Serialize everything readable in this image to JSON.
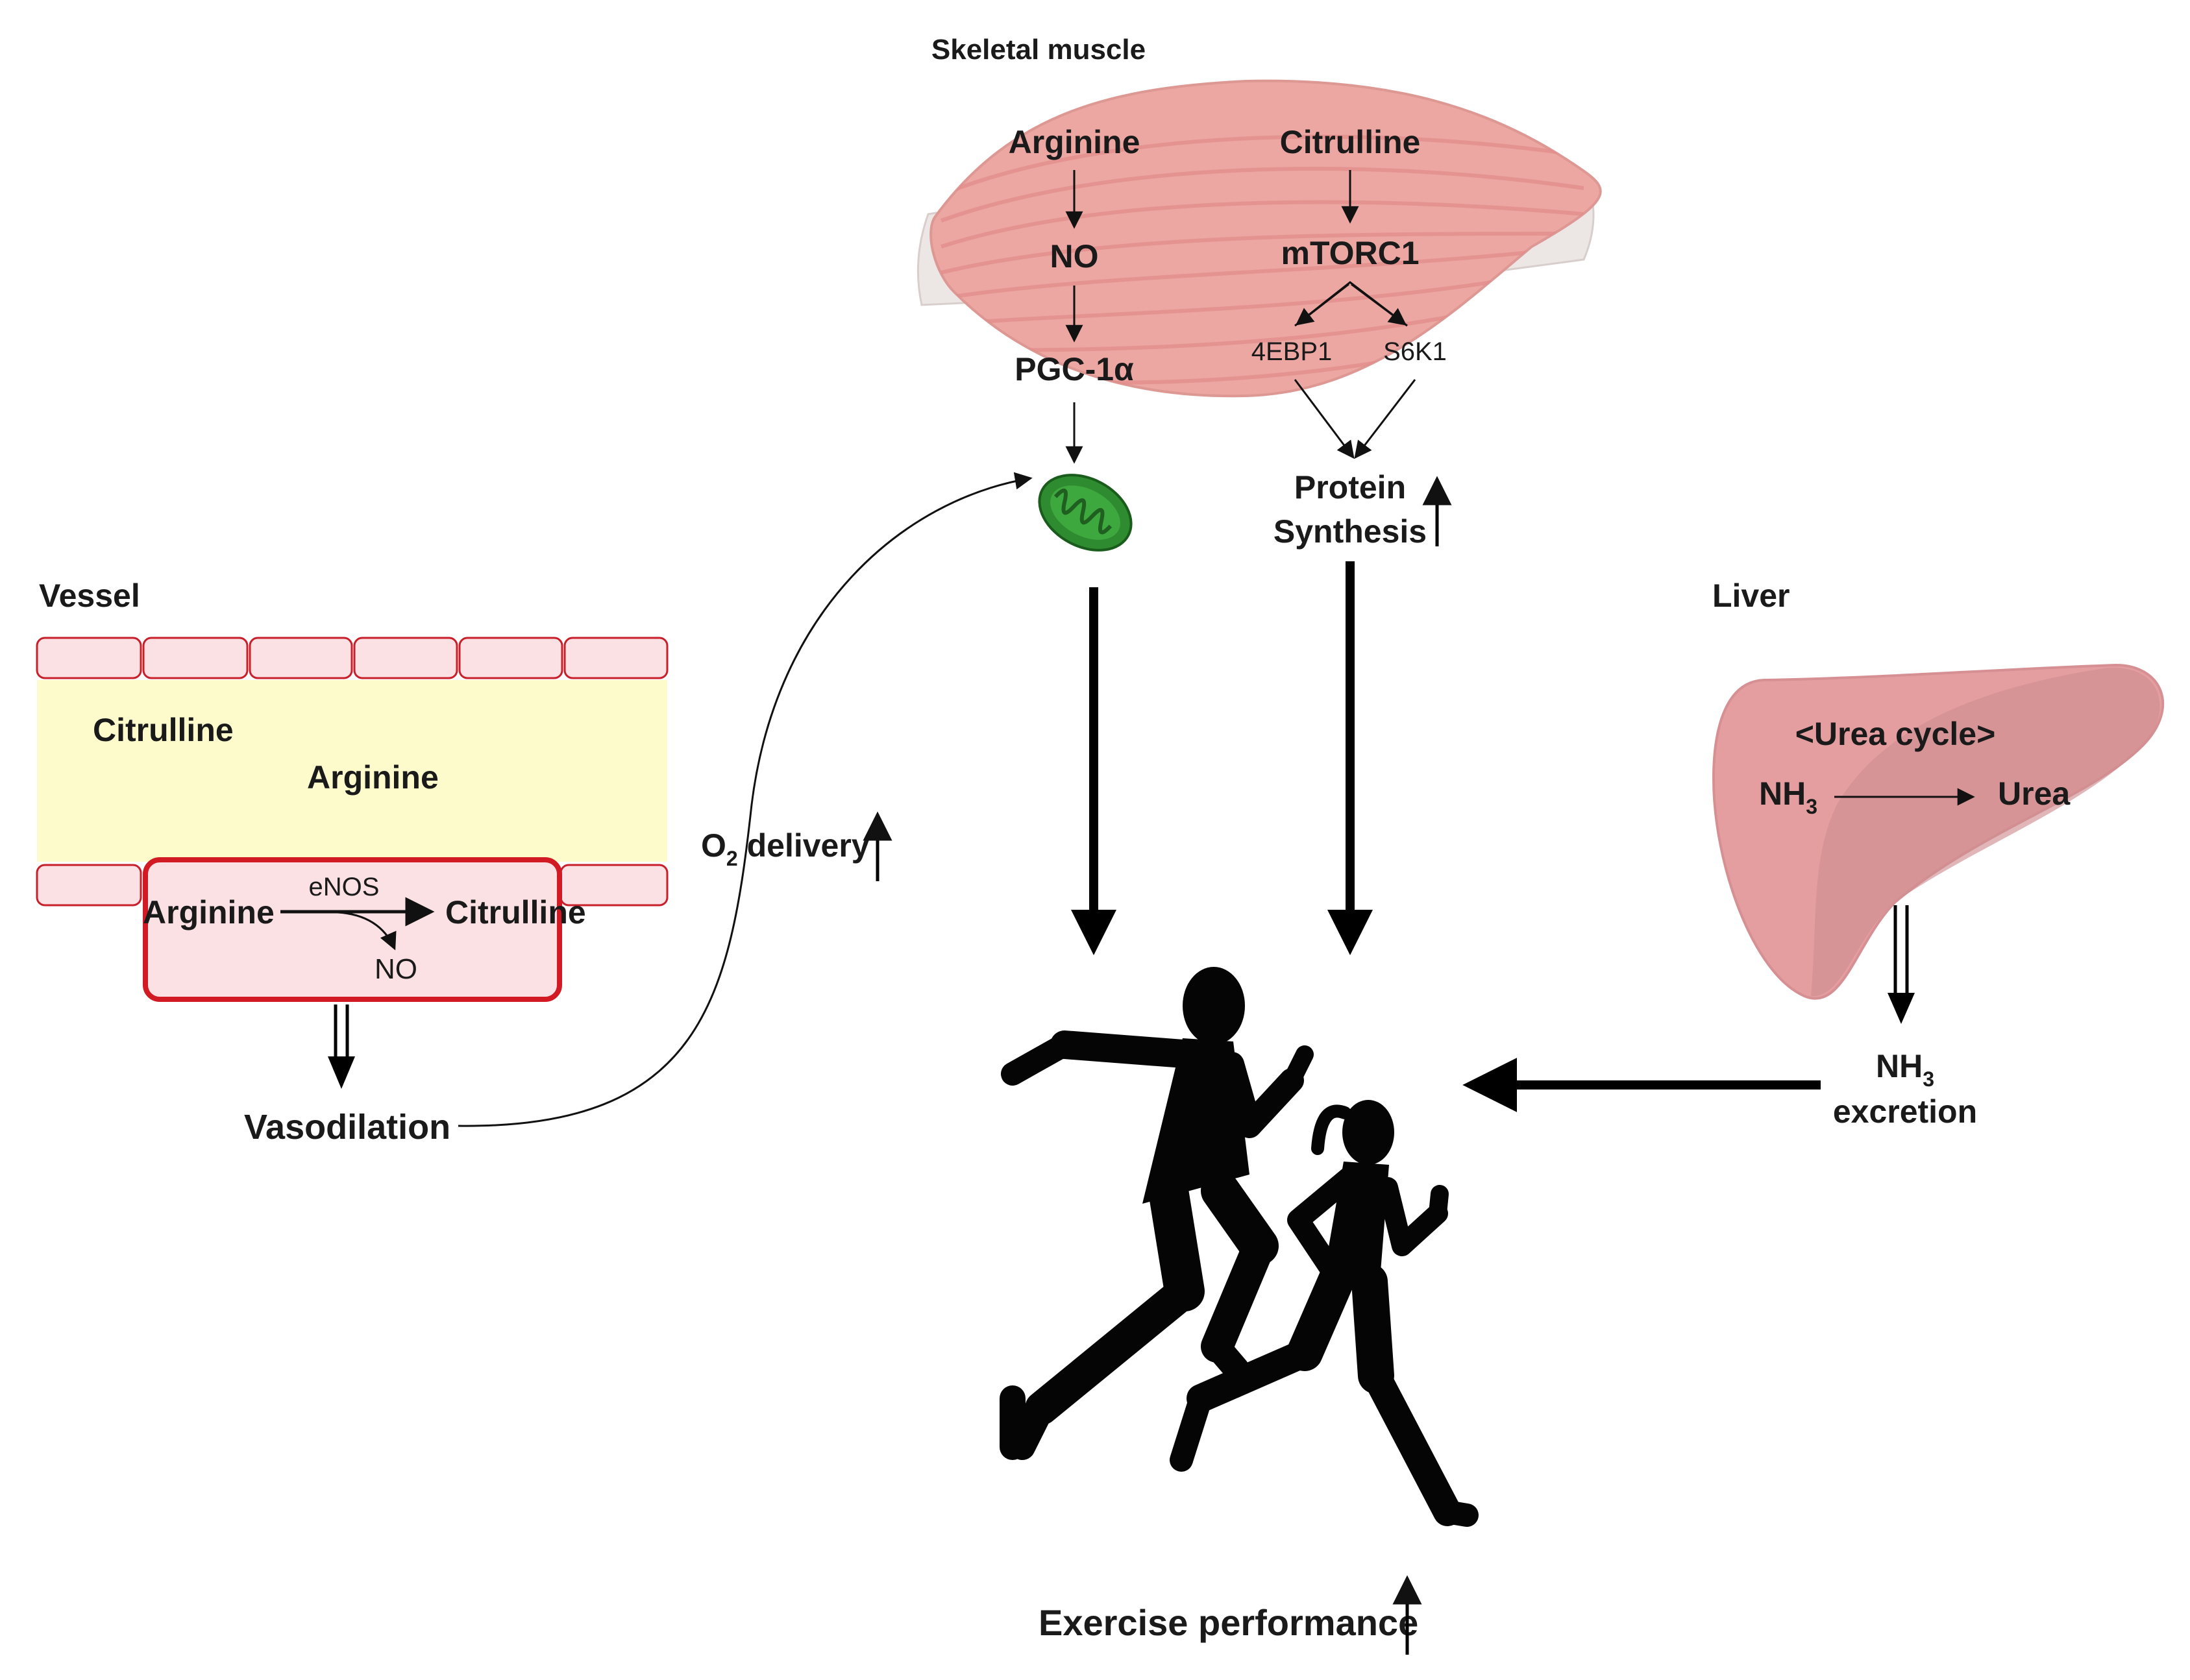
{
  "muscle": {
    "title": "Skeletal muscle",
    "arginine": "Arginine",
    "no": "NO",
    "pgc": "PGC-1α",
    "citrulline": "Citrulline",
    "mtorc1": "mTORC1",
    "ebp1": "4EBP1",
    "s6k1": "S6K1",
    "protein_line1": "Protein",
    "protein_line2": "Synthesis"
  },
  "vessel": {
    "title": "Vessel",
    "citrulline": "Citrulline",
    "arginine": "Arginine",
    "cell_arginine": "Arginine",
    "enos": "eNOS",
    "cell_citrulline": "Citrulline",
    "cell_no": "NO",
    "vasodilation": "Vasodilation"
  },
  "oxygen": {
    "o_main": "O",
    "o_sub": "2",
    "o_rest": " delivery"
  },
  "liver": {
    "title": "Liver",
    "cycle": "<Urea cycle>",
    "nh_main": "NH",
    "nh_sub": "3",
    "urea": "Urea",
    "excr_main": "NH",
    "excr_sub": "3",
    "excr_line2": "excretion"
  },
  "outcome": {
    "label": "Exercise performance"
  },
  "colors": {
    "muscle_fill": "#eca7a3",
    "muscle_stripe": "#e08d8a",
    "tendon": "#ebe5e3",
    "vessel_lumen": "#fdfbcc",
    "endothelial_fill": "#fbe1e4",
    "endothelial_border": "#c81f2a",
    "cell_highlight_border": "#d21a24",
    "liver_fill": "#e59ea0",
    "liver_lobe": "#cf8f92",
    "mito_outer": "#2f8b30",
    "mito_inner": "#1f5f20",
    "silhouette": "#050505"
  }
}
